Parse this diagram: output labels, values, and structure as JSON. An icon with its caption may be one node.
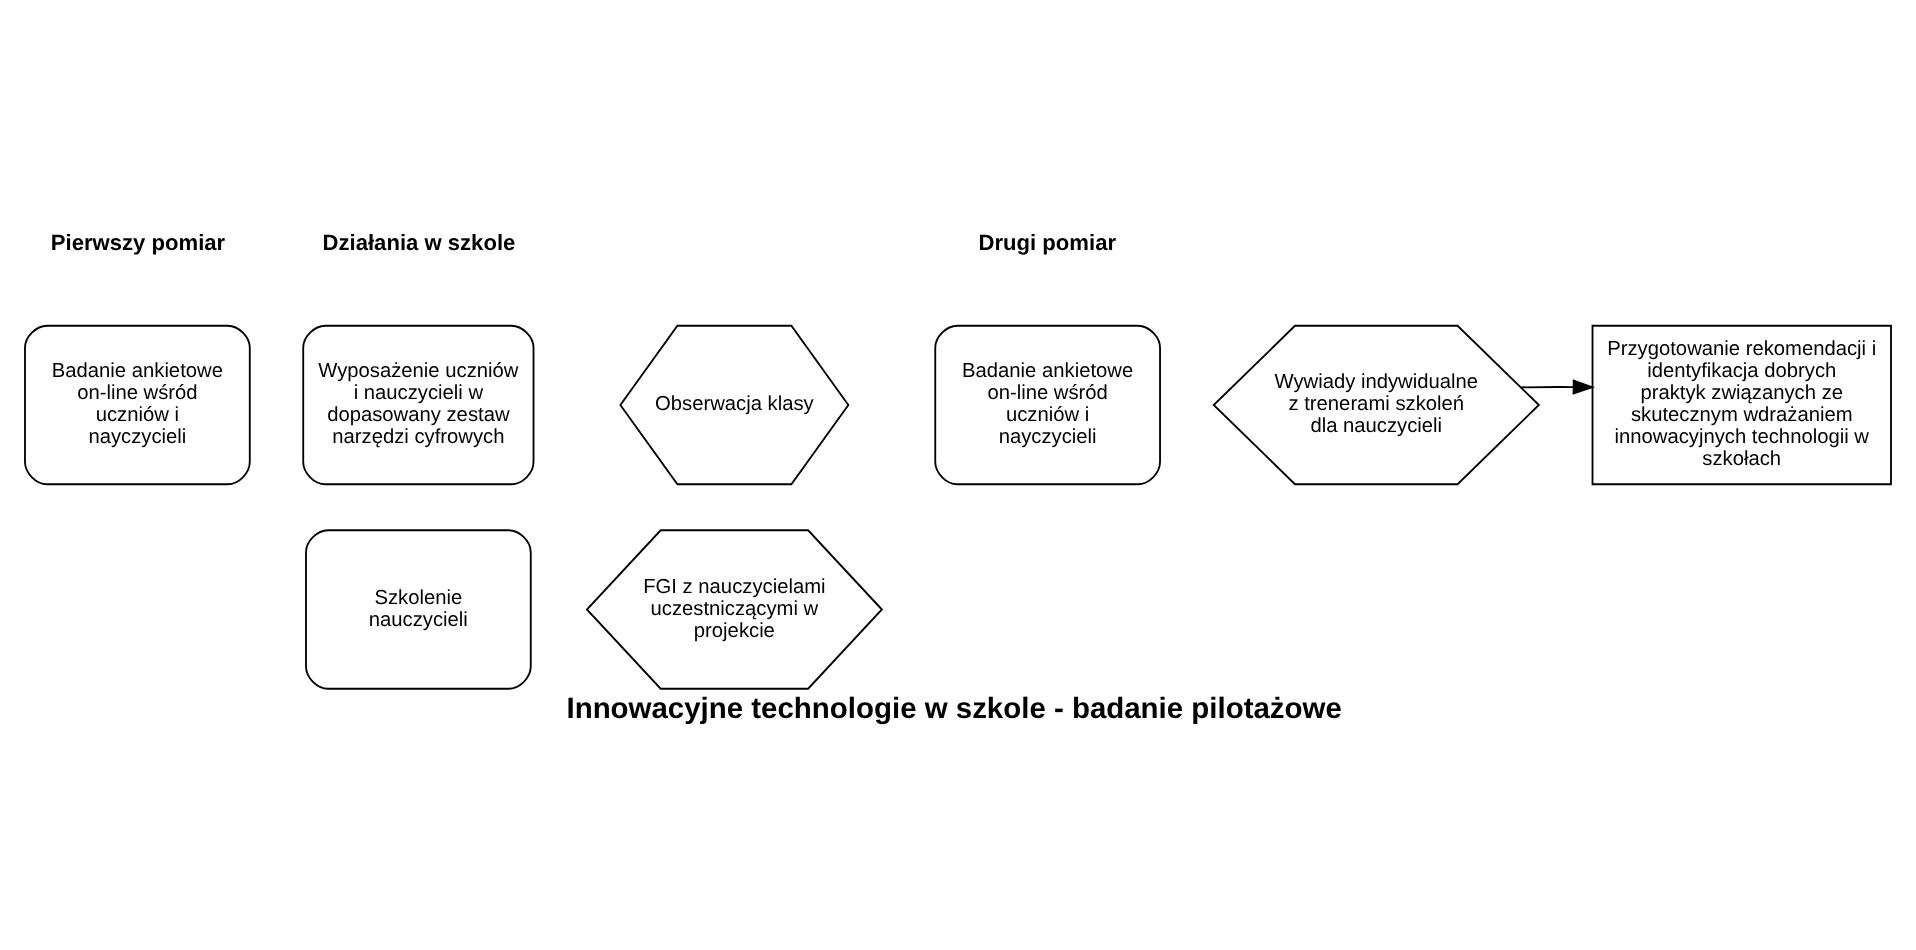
{
  "diagram": {
    "caption": "Innowacyjne technologie w szkole - badanie pilotażowe",
    "nodes": [
      {
        "text": [
          "Badanie ankietowe on-line wśród uczniów i nayczycieli"
        ]
      },
      {
        "text": [
          "Wyposażenie uczniów i nauczycieli w dopasowany zestaw narzędzi cyfrowych"
        ]
      },
      {
        "text": [
          "Szkolenie nauczycieli"
        ]
      },
      {
        "text": [
          "Obserwacja klasy"
        ]
      },
      {
        "text": [
          "FGI z nauczycielami uczestniczącymi w projekcie"
        ]
      },
      {
        "text": [
          "Badanie ankietowe on-line wśród uczniów i nayczycieli"
        ]
      },
      {
        "text": [
          "Wywiady indywidualne z trenerami szkoleń dla nauczycieli"
        ]
      },
      {
        "text": [
          "Przygotowanie rekomendacji i identyfikacja dobrych praktyk związanych ze skutecznym wdrażaniem innowacyjnych technologii w szkołach"
        ]
      }
    ],
    "edges": [
      {
        "from": 6,
        "to": 7,
        "arrow": "to"
      }
    ],
    "labels": [
      "Pierwszy pomiar",
      "Działania w szkole",
      "Drugi pomiar"
    ]
  }
}
